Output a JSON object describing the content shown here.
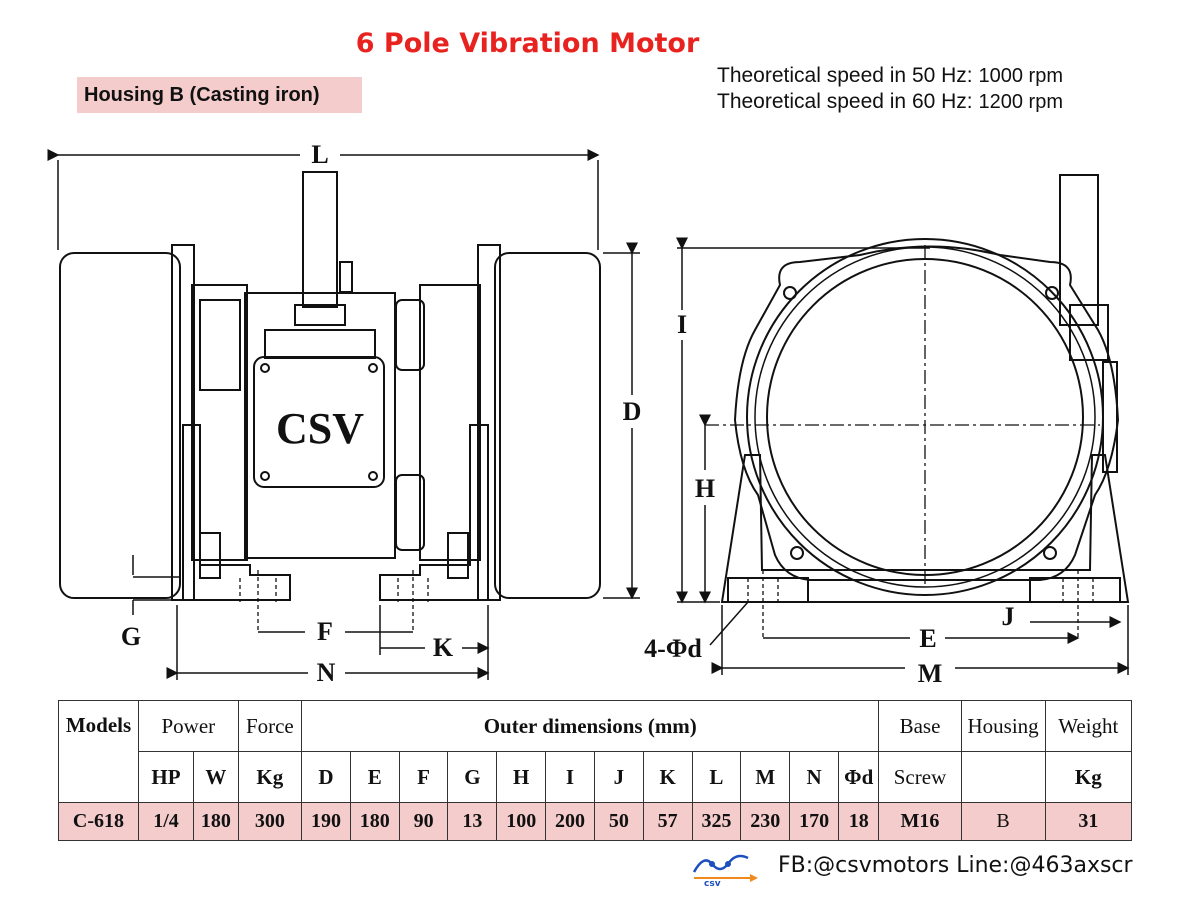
{
  "title": "6 Pole Vibration Motor",
  "housing_label": "Housing B (Casting iron)",
  "speed": {
    "line1_label": "Theoretical speed in 50 Hz:",
    "line1_value": "1000 rpm",
    "line2_label": "Theoretical speed in 60 Hz:",
    "line2_value": "1200 rpm"
  },
  "drawing": {
    "brand": "CSV",
    "dims": {
      "L": "L",
      "D": "D",
      "G": "G",
      "F": "F",
      "K": "K",
      "N": "N",
      "I": "I",
      "H": "H",
      "J": "J",
      "E": "E",
      "M": "M",
      "hole": "4-Φd"
    }
  },
  "table": {
    "header1": {
      "models": "Models",
      "power": "Power",
      "force": "Force",
      "outer": "Outer dimensions (mm)",
      "base": "Base",
      "housing": "Housing",
      "weight": "Weight"
    },
    "header2": {
      "hp": "HP",
      "w": "W",
      "kg": "Kg",
      "dims": [
        "D",
        "E",
        "F",
        "G",
        "H",
        "I",
        "J",
        "K",
        "L",
        "M",
        "N",
        "Φd"
      ],
      "screw": "Screw",
      "weight_kg": "Kg"
    },
    "row": {
      "model": "C-618",
      "hp": "1/4",
      "w": "180",
      "kg": "300",
      "dims": [
        "190",
        "180",
        "90",
        "13",
        "100",
        "200",
        "50",
        "57",
        "325",
        "230",
        "170",
        "18"
      ],
      "screw": "M16",
      "housing": "B",
      "weight": "31"
    }
  },
  "footer": {
    "logo_text": "csv",
    "contact": "FB:@csvmotors  Line:@463axscr"
  },
  "colors": {
    "title": "#e8231f",
    "highlight": "#f4cccc",
    "logo_blue": "#1e4fbf",
    "logo_orange": "#f08a1c"
  }
}
